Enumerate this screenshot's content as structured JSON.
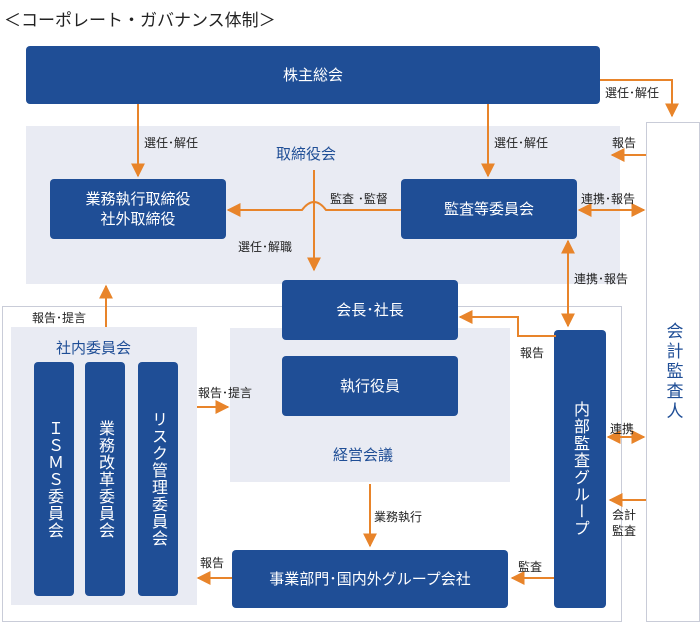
{
  "title": "＜コーポレート・ガバナンス体制＞",
  "nodes": {
    "shareholders": "株主総会",
    "board_area": "取締役会",
    "exec_directors_line1": "業務執行取締役",
    "exec_directors_line2": "社外取締役",
    "audit_committee": "監査等委員会",
    "chairman_president": "会長･社長",
    "executive_officers": "執行役員",
    "management_meeting": "経営会議",
    "internal_committee_area": "社内委員会",
    "isms": "ＩＳＭＳ委員会",
    "business_reform": "業務改革委員会",
    "risk_management": "リスク管理委員会",
    "business_units": "事業部門･国内外グループ会社",
    "internal_audit": "内部監査グループ",
    "accounting_auditor": "会計監査人"
  },
  "labels": {
    "elect_dismiss_right": "選任･解任",
    "elect_dismiss_left": "選任･解任",
    "elect_dismiss_mid": "選任･解任",
    "report_top": "報告",
    "audit_supervise": "監査 ･監督",
    "liaison_report_right": "連携･報告",
    "elect_dismiss_officers": "選任･解職",
    "liaison_report_down": "連携･報告",
    "report_propose_up": "報告･提言",
    "report_propose_right": "報告･提言",
    "report_to_president": "報告",
    "liaison": "連携",
    "accounting_audit_line1": "会計",
    "accounting_audit_line2": "監査",
    "business_execution": "業務執行",
    "audit_bottom": "監査",
    "report_bottom": "報告"
  },
  "colors": {
    "box_blue": "#1f4e96",
    "panel_gray": "#e9ebf3",
    "arrow_orange": "#e8842a"
  }
}
